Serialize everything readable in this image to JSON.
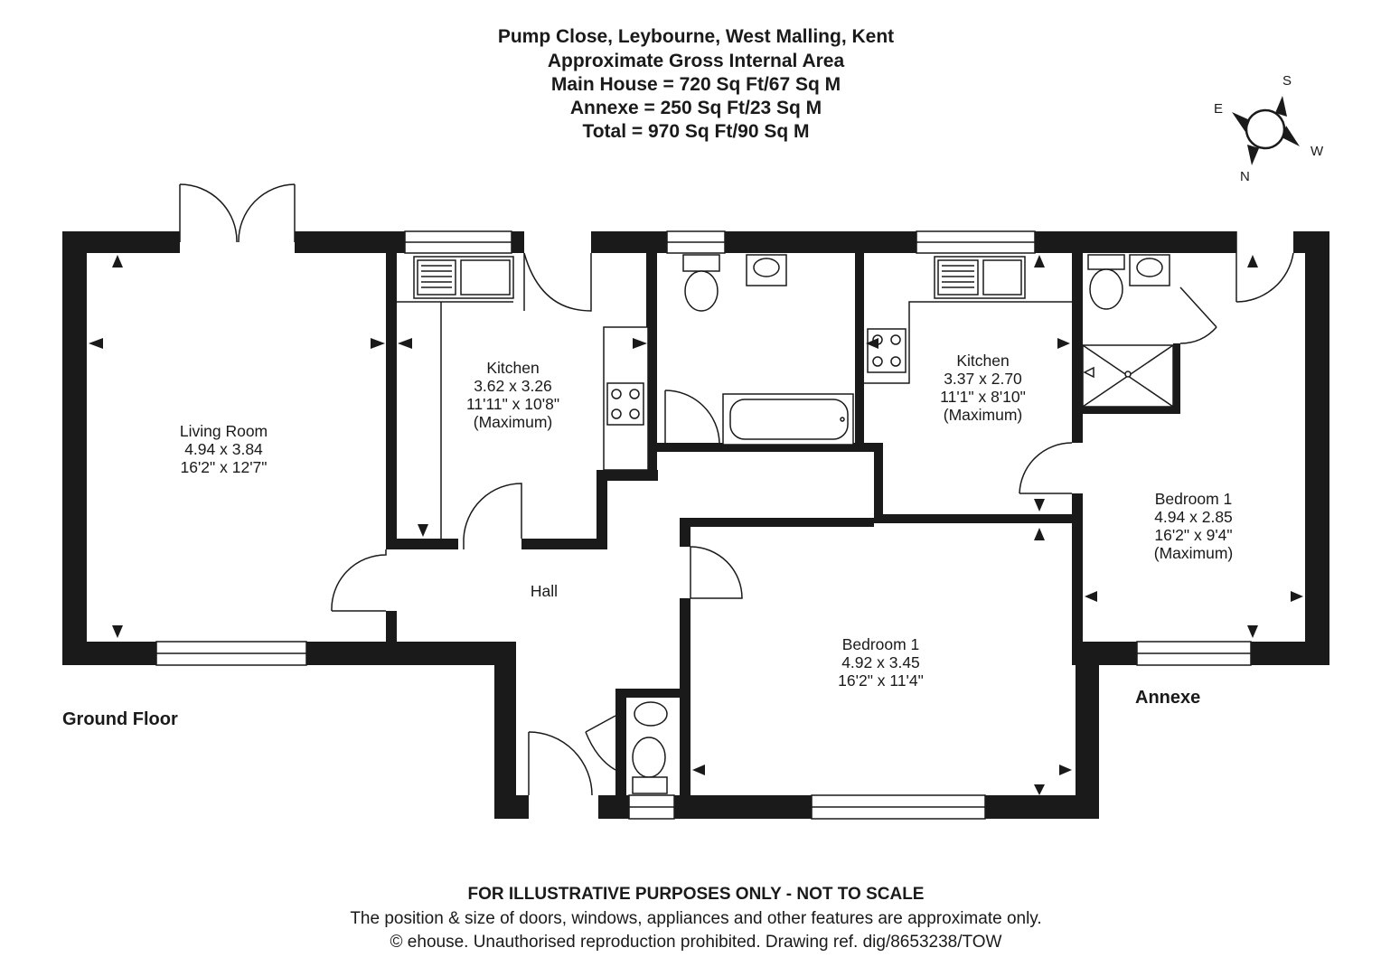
{
  "header": {
    "address": "Pump Close, Leybourne, West Malling, Kent",
    "area_title": "Approximate Gross Internal Area",
    "main_house": "Main House = 720 Sq Ft/67 Sq M",
    "annexe": "Annexe = 250 Sq Ft/23 Sq M",
    "total": "Total = 970 Sq Ft/90 Sq M"
  },
  "compass": {
    "s": "S",
    "e": "E",
    "w": "W",
    "n": "N"
  },
  "floors": {
    "ground": "Ground Floor",
    "annexe": "Annexe"
  },
  "rooms": {
    "living": {
      "name": "Living Room",
      "metric": "4.94 x 3.84",
      "imperial": "16'2\" x 12'7\""
    },
    "kitchen_main": {
      "name": "Kitchen",
      "metric": "3.62 x 3.26",
      "imperial": "11'11\" x 10'8\"",
      "note": "(Maximum)"
    },
    "hall": {
      "name": "Hall"
    },
    "bedroom_main": {
      "name": "Bedroom 1",
      "metric": "4.92 x 3.45",
      "imperial": "16'2\" x 11'4\""
    },
    "kitchen_annexe": {
      "name": "Kitchen",
      "metric": "3.37 x 2.70",
      "imperial": "11'1\" x 8'10\"",
      "note": "(Maximum)"
    },
    "bedroom_annexe": {
      "name": "Bedroom 1",
      "metric": "4.94 x 2.85",
      "imperial": "16'2\" x 9'4\"",
      "note": "(Maximum)"
    }
  },
  "footer": {
    "disclaimer": "FOR ILLUSTRATIVE PURPOSES ONLY - NOT TO SCALE",
    "note": "The position & size of doors, windows, appliances and other features are approximate only.",
    "copyright": "© ehouse. Unauthorised reproduction prohibited. Drawing ref. dig/8653238/TOW"
  },
  "colors": {
    "wall": "#1a1a1a",
    "line": "#1a1a1a",
    "background": "#ffffff"
  }
}
